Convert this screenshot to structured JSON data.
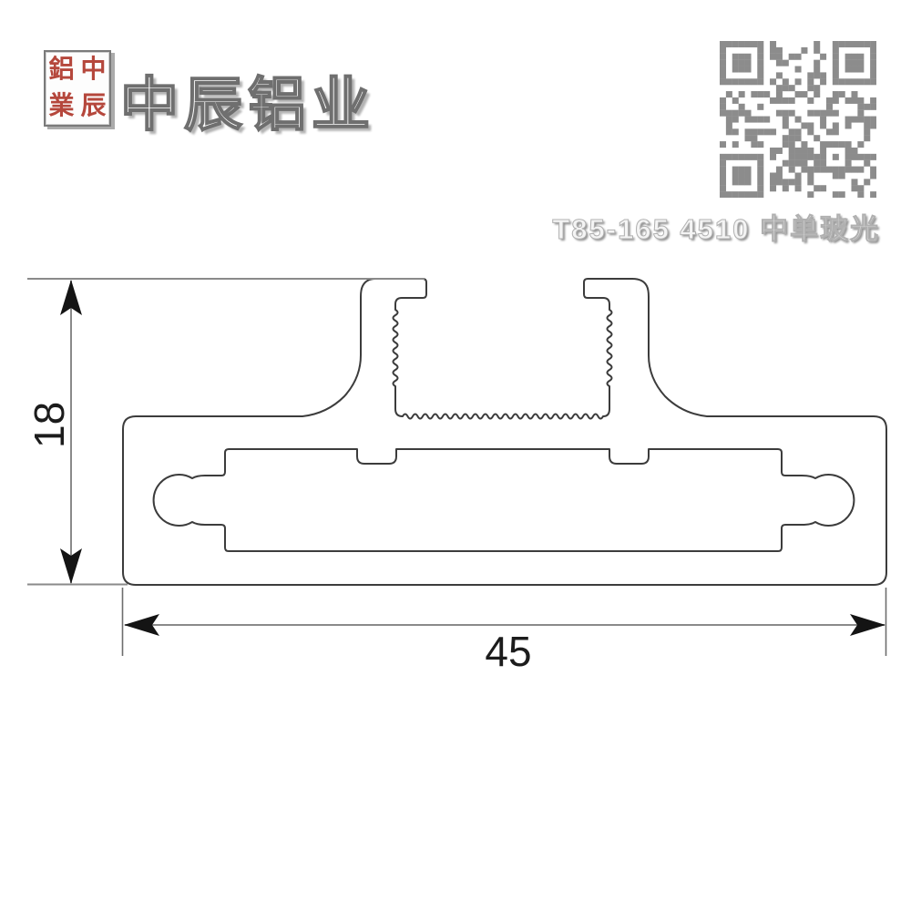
{
  "page": {
    "background": "#ffffff"
  },
  "brand": {
    "seal_chars": [
      [
        "鋁",
        "中"
      ],
      [
        "業",
        "辰"
      ]
    ],
    "seal_color": "#b5473c",
    "title": "中辰铝业",
    "title_fill": "#ffffff",
    "title_outline": "#6f6f6f",
    "title_shadow": "#b3b3b3"
  },
  "qr_code": {
    "modules": 25,
    "color": "#8c8c8c"
  },
  "product_code": "T85-165 4510 中单玻光",
  "drawing": {
    "type": "aluminium-profile-cross-section",
    "height_label": "18",
    "width_label": "45",
    "outline_color": "#3c3c3c",
    "dim_line_color": "#8a8a8a",
    "ext_line_color": "#6d6d6d",
    "arrow_color": "#141414"
  }
}
